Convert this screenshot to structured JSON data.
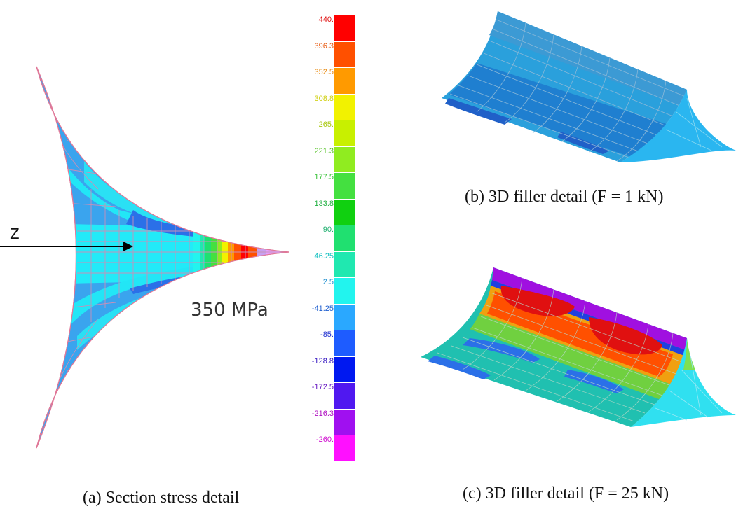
{
  "panel_a": {
    "caption": "(a) Section stress detail",
    "axis_label": "Z",
    "annotation": "350 MPa"
  },
  "panel_b": {
    "caption": "(b) 3D filler detail (F = 1 kN)"
  },
  "panel_c": {
    "caption": "(c) 3D filler detail (F = 25 kN)"
  },
  "colorbar": {
    "labels": [
      "440.",
      "396.3",
      "352.5",
      "308.8",
      "265.",
      "221.3",
      "177.5",
      "133.8",
      "90.",
      "46.25",
      "2.5",
      "-41.25",
      "-85.",
      "-128.8",
      "-172.5",
      "-216.3",
      "-260."
    ],
    "label_colors": [
      "#e01010",
      "#e85a10",
      "#e88a10",
      "#d0d010",
      "#a8c810",
      "#50c020",
      "#30c030",
      "#20b040",
      "#20b070",
      "#10c0c0",
      "#2090d0",
      "#2060d0",
      "#2030d0",
      "#3010c0",
      "#6010c0",
      "#b010c0",
      "#d010d0"
    ],
    "segment_colors": [
      "#ff0000",
      "#ff5000",
      "#ff9a00",
      "#f2f200",
      "#c8f000",
      "#90ec20",
      "#44e040",
      "#10d010",
      "#20e070",
      "#20e8b0",
      "#22f4ee",
      "#2aa8ff",
      "#1e5cff",
      "#0018f0",
      "#5018f0",
      "#a010f0",
      "#ff10ff"
    ]
  }
}
